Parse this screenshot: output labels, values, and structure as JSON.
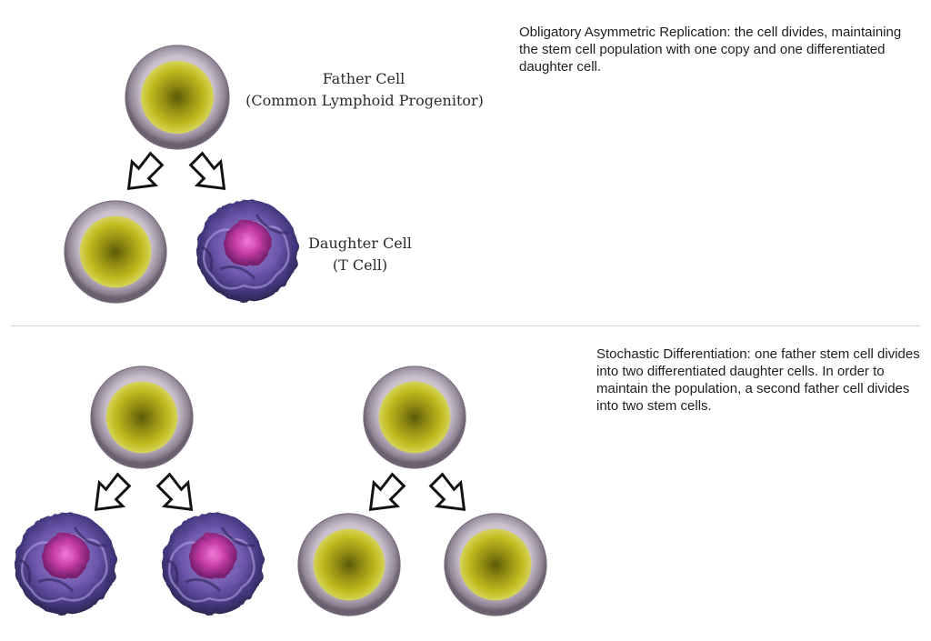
{
  "top_panel": {
    "caption": "Obligatory Asymmetric Replication: the cell divides, maintaining the stem cell population with one copy and one differentiated daughter cell.",
    "father_label": {
      "line1": "Father Cell",
      "line2": "(Common Lymphoid Progenitor)"
    },
    "daughter_label": {
      "line1": "Daughter Cell",
      "line2": "(T Cell)"
    }
  },
  "bottom_panel": {
    "caption": "Stochastic Differentiation: one father stem cell divides into two differentiated daughter cells. In order to maintain the population, a second father cell divides into two stem cells."
  },
  "colors": {
    "stem_nucleus": "#b7b21a",
    "stem_membrane": "#b9adbd",
    "tcell_body": "#6c56a8",
    "tcell_nucleus": "#c23fa6",
    "arrow_stroke": "#111111"
  }
}
